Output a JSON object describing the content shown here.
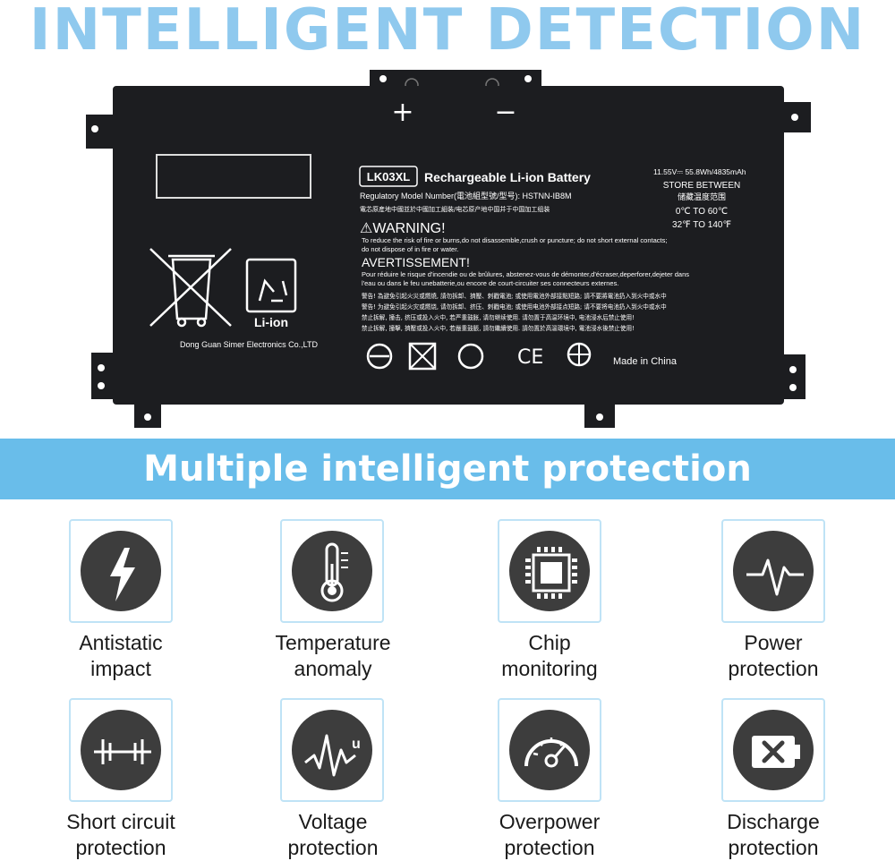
{
  "header": {
    "title": "INTELLIGENT DETECTION"
  },
  "battery": {
    "plus": "+",
    "minus": "−",
    "model": "LK03XL",
    "name": "Rechargeable Li-ion Battery",
    "regulatory": "Regulatory Model  Number(電池組型號/型号): HSTNN-IB8M",
    "cn_origin": "電芯原産地中國並於中國加工組裝/电芯原产地中国并于中国加工组装",
    "warning_title": "⚠WARNING!",
    "warning_text1": "To reduce the risk of fire or burns,do not disassemble,crush or puncture; do not short external contacts;",
    "warning_text2": "do not dispose of in fire or water.",
    "avert_title": "AVERTISSEMENT!",
    "avert_text1": "Pour réduire le risque d'incendie ou de brûlures, abstenez-vous de démonter,d'écraser,deperforer,dejeter dans",
    "avert_text2": "l'eau ou dans le feu unebatterie,ou encore de court-circuiter ses connecteurs externes.",
    "cn_warn1": "警告!  為避免引起火災或燃燒, 請勿拆卸、擠壓、刺戳電池; 或使用電池外部接點短路; 請不要將電池扔入到火中或水中",
    "cn_warn2": "警告!  为避免引起火灾或燃烧, 请勿拆卸、挤压、刺戳电池; 或使用电池外部接点短路; 请不要将电池扔入到火中或水中",
    "cn_warn3": "禁止拆解, 撞击, 挤压或投入火中, 若严重鼓胀, 请勿继续使用. 请勿置于高温环境中, 电池浸水后禁止使用!",
    "cn_warn4": "禁止拆解, 撞擊, 擠壓或投入火中, 若嚴重鼓脹, 請勿繼續使用. 請勿置於高溫環境中, 電池浸水後禁止使用!",
    "specs": "11.55V⎓ 55.8Wh/4835mAh",
    "store": "STORE BETWEEN",
    "store_cn": "储藏温度范围",
    "temp_c": "0℃ TO 60℃",
    "temp_f": "32℉ TO 140℉",
    "liion": "Li-ion",
    "company": "Dong Guan Simer Electronics Co.,LTD",
    "made_in": "Made in China",
    "ce": "CE"
  },
  "banner": {
    "text": "Multiple intelligent protection"
  },
  "features": [
    {
      "icon": "lightning-bolt-icon",
      "line1": "Antistatic",
      "line2": "impact"
    },
    {
      "icon": "thermometer-icon",
      "line1": "Temperature",
      "line2": "anomaly"
    },
    {
      "icon": "chip-icon",
      "line1": "Chip",
      "line2": "monitoring"
    },
    {
      "icon": "pulse-wave-icon",
      "line1": "Power",
      "line2": "protection"
    },
    {
      "icon": "short-circuit-icon",
      "line1": "Short circuit",
      "line2": "protection"
    },
    {
      "icon": "voltage-wave-icon",
      "line1": "Voltage",
      "line2": "protection",
      "icon_text": "u"
    },
    {
      "icon": "speedometer-icon",
      "line1": "Overpower",
      "line2": "protection"
    },
    {
      "icon": "battery-x-icon",
      "line1": "Discharge",
      "line2": "protection"
    }
  ],
  "colors": {
    "title": "#8fc9ee",
    "band": "#69bdea",
    "battery": "#1c1d20",
    "icon_bg": "#3d3d3d",
    "card_border": "#bfe3f6"
  }
}
